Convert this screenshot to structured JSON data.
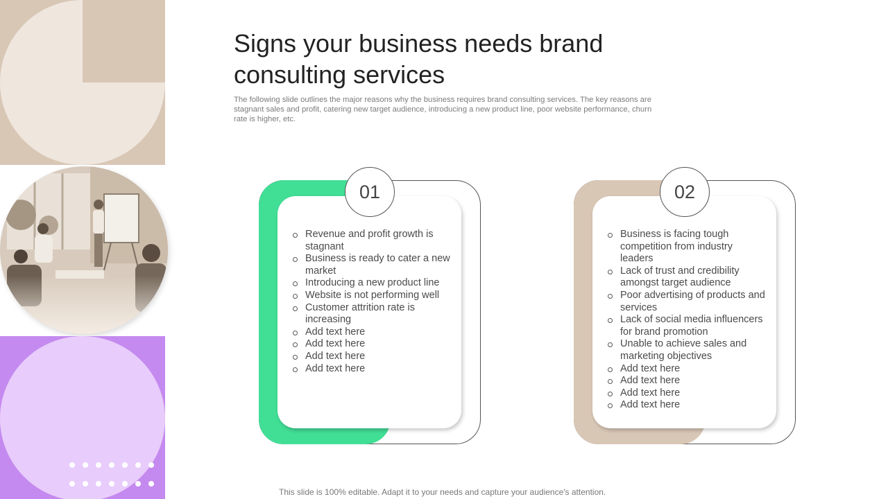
{
  "slide": {
    "title": "Signs your business needs brand consulting services",
    "subtitle": "The following slide outlines the major reasons why the business requires brand consulting services. The key reasons are stagnant sales and profit, catering new target audience, introducing a new product line, poor website performance, churn rate is higher, etc.",
    "footer": "This slide is 100% editable. Adapt it to your needs and capture your audience's attention."
  },
  "cards": [
    {
      "number": "01",
      "accent_color": "#41de96",
      "items": [
        "Revenue and profit growth is stagnant",
        "Business is ready to cater a new market",
        "Introducing a new product line",
        "Website is not performing well",
        "Customer attrition rate is increasing",
        "Add text here",
        "Add text here",
        "Add text here",
        "Add text here"
      ]
    },
    {
      "number": "02",
      "accent_color": "#d9c7b6",
      "items": [
        "Business is facing tough competition from industry leaders",
        "Lack of trust and credibility amongst target audience",
        "Poor advertising of products and services",
        "Lack of social media influencers for brand promotion",
        "Unable to achieve sales and marketing objectives",
        "Add text here",
        "Add text here",
        "Add text here",
        "Add text here"
      ]
    }
  ],
  "colors": {
    "beige": "#d9c7b6",
    "light_beige": "#efe6de",
    "purple": "#c48aef",
    "light_purple": "#e8ccfb",
    "green": "#41de96"
  },
  "icons": [
    "photo-meeting"
  ]
}
